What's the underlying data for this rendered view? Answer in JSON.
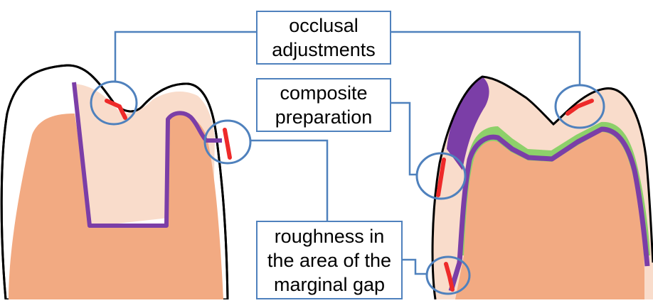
{
  "labels": {
    "occlusal": [
      "occlusal",
      "adjustments"
    ],
    "composite": [
      "composite",
      "preparation"
    ],
    "roughness": [
      "roughness in",
      "the area of the",
      "marginal gap"
    ]
  },
  "colors": {
    "dentin": "#f2aa82",
    "enamel_fill": "#f9dccb",
    "restoration_outline": "#7b3ea7",
    "composite_layer": "#8dd06a",
    "defect_marker": "#ee2a2a",
    "leader_line": "#4f81bd",
    "tooth_outline": "#000000"
  }
}
